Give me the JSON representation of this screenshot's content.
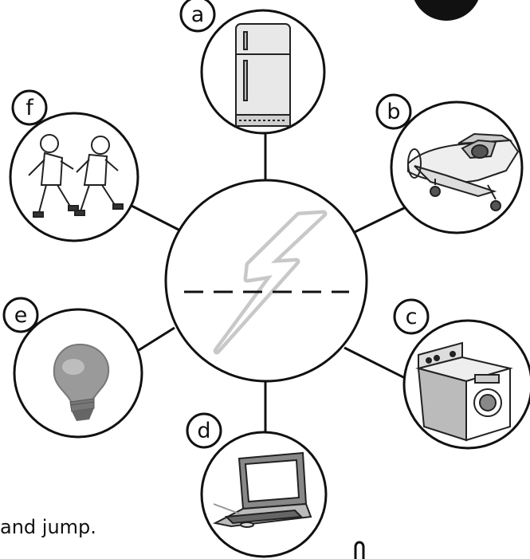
{
  "labels": {
    "a": "a",
    "b": "b",
    "c": "c",
    "d": "d",
    "e": "e",
    "f": "f"
  },
  "caption": "and jump.",
  "icons": {
    "center": "lightning-bolt-icon",
    "a": "refrigerator-icon",
    "b": "airplane-icon",
    "c": "washing-machine-icon",
    "d": "laptop-icon",
    "e": "light-bulb-icon",
    "f": "running-boys-icon"
  },
  "colors": {
    "ink": "#111111",
    "bolt": "#c8c8c8",
    "bulb": "#9a9a9a",
    "fridge": "#e8e8e8"
  }
}
